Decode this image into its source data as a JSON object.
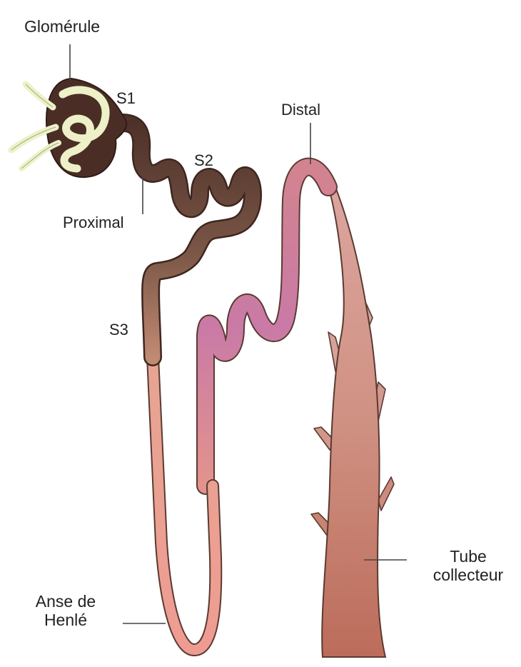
{
  "labels": {
    "glomerule": "Glomérule",
    "s1": "S1",
    "s2": "S2",
    "s3": "S3",
    "proximal": "Proximal",
    "distal": "Distal",
    "anse_line1": "Anse de",
    "anse_line2": "Henlé",
    "tube_line1": "Tube",
    "tube_line2": "collecteur"
  },
  "colors": {
    "outline": "#5a3a32",
    "glomerulus_dark": "#4a2e26",
    "capillary": "#eef1c8",
    "proximal": "#6b4a3e",
    "s3": "#b9856e",
    "henle": "#e8968a",
    "distal": "#c77fa0",
    "collecting_top": "#d6a39a",
    "collecting_bottom": "#bb6e5e",
    "leader": "#444444"
  }
}
